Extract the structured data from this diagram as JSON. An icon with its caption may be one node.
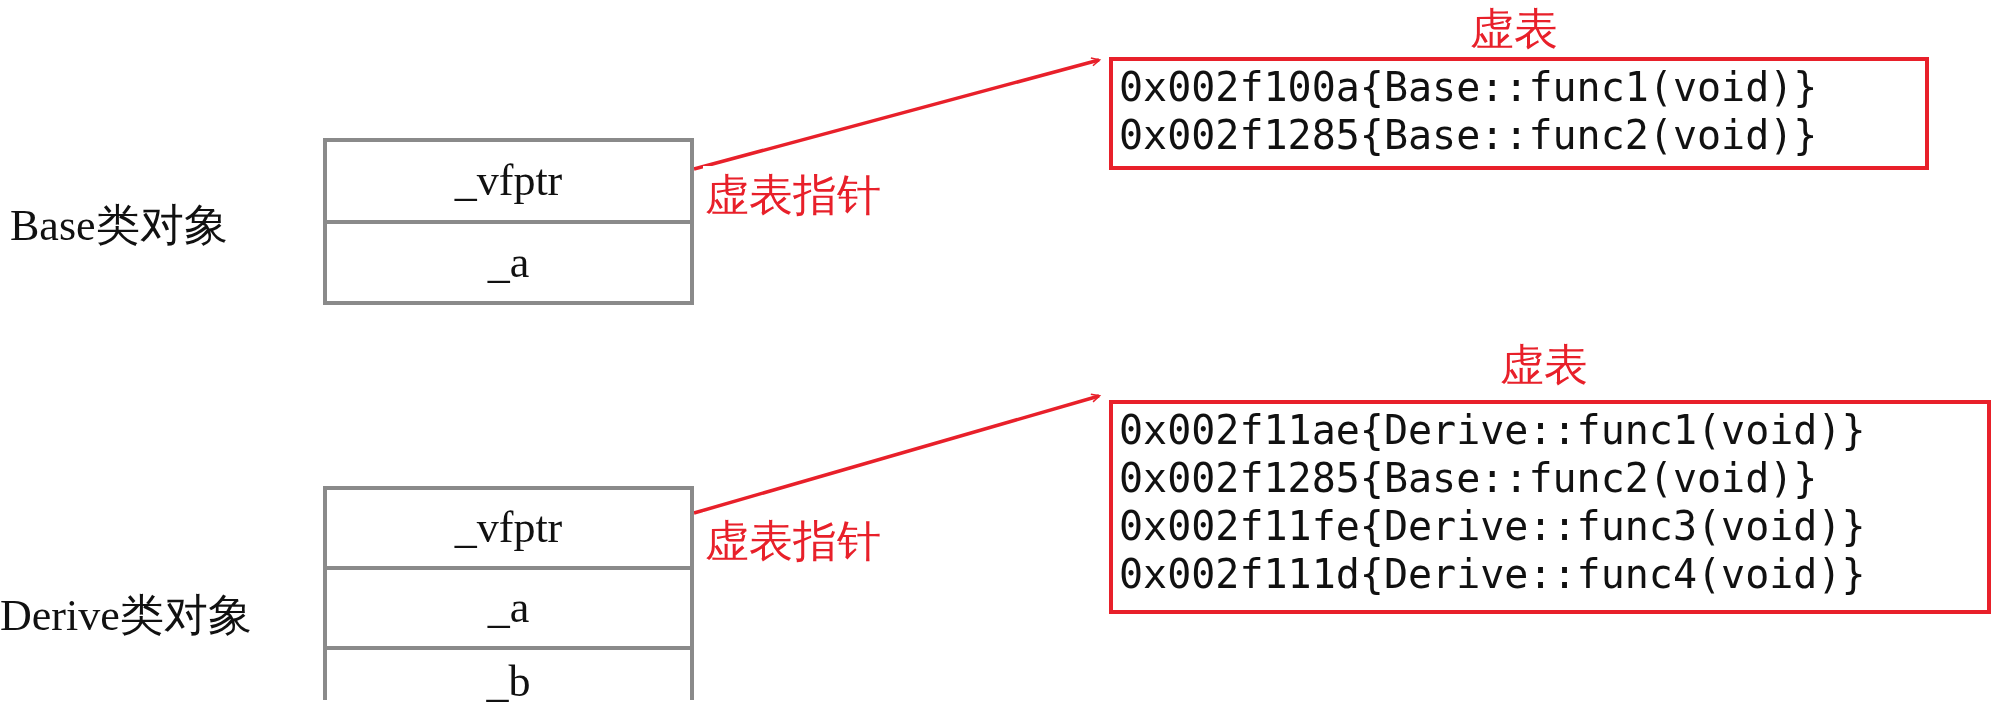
{
  "diagram": {
    "nodes": [
      {
        "text": [
          "Base类对象"
        ]
      },
      {
        "text": [
          "_vfptr"
        ],
        "in": 0
      },
      {
        "text": [
          "_a"
        ],
        "in": 0
      },
      {
        "text": [
          "虚表",
          "0x002f100a{Base::func1(void)}",
          "0x002f1285{Base::func2(void)}"
        ]
      },
      {
        "text": [
          "Derive类对象"
        ]
      },
      {
        "text": [
          "_vfptr"
        ],
        "in": 4
      },
      {
        "text": [
          "_a"
        ],
        "in": 4
      },
      {
        "text": [
          "_b"
        ],
        "in": 4
      },
      {
        "text": [
          "虚表",
          "0x002f11ae{Derive::func1(void)}",
          "0x002f1285{Base::func2(void)}",
          "0x002f11fe{Derive::func3(void)}",
          "0x002f111d{Derive::func4(void)}"
        ]
      }
    ],
    "edges": [
      {
        "from": 1,
        "to": 3,
        "arrow": "to",
        "label": "虚表指针"
      },
      {
        "from": 5,
        "to": 8,
        "arrow": "to",
        "label": "虚表指针"
      }
    ]
  }
}
